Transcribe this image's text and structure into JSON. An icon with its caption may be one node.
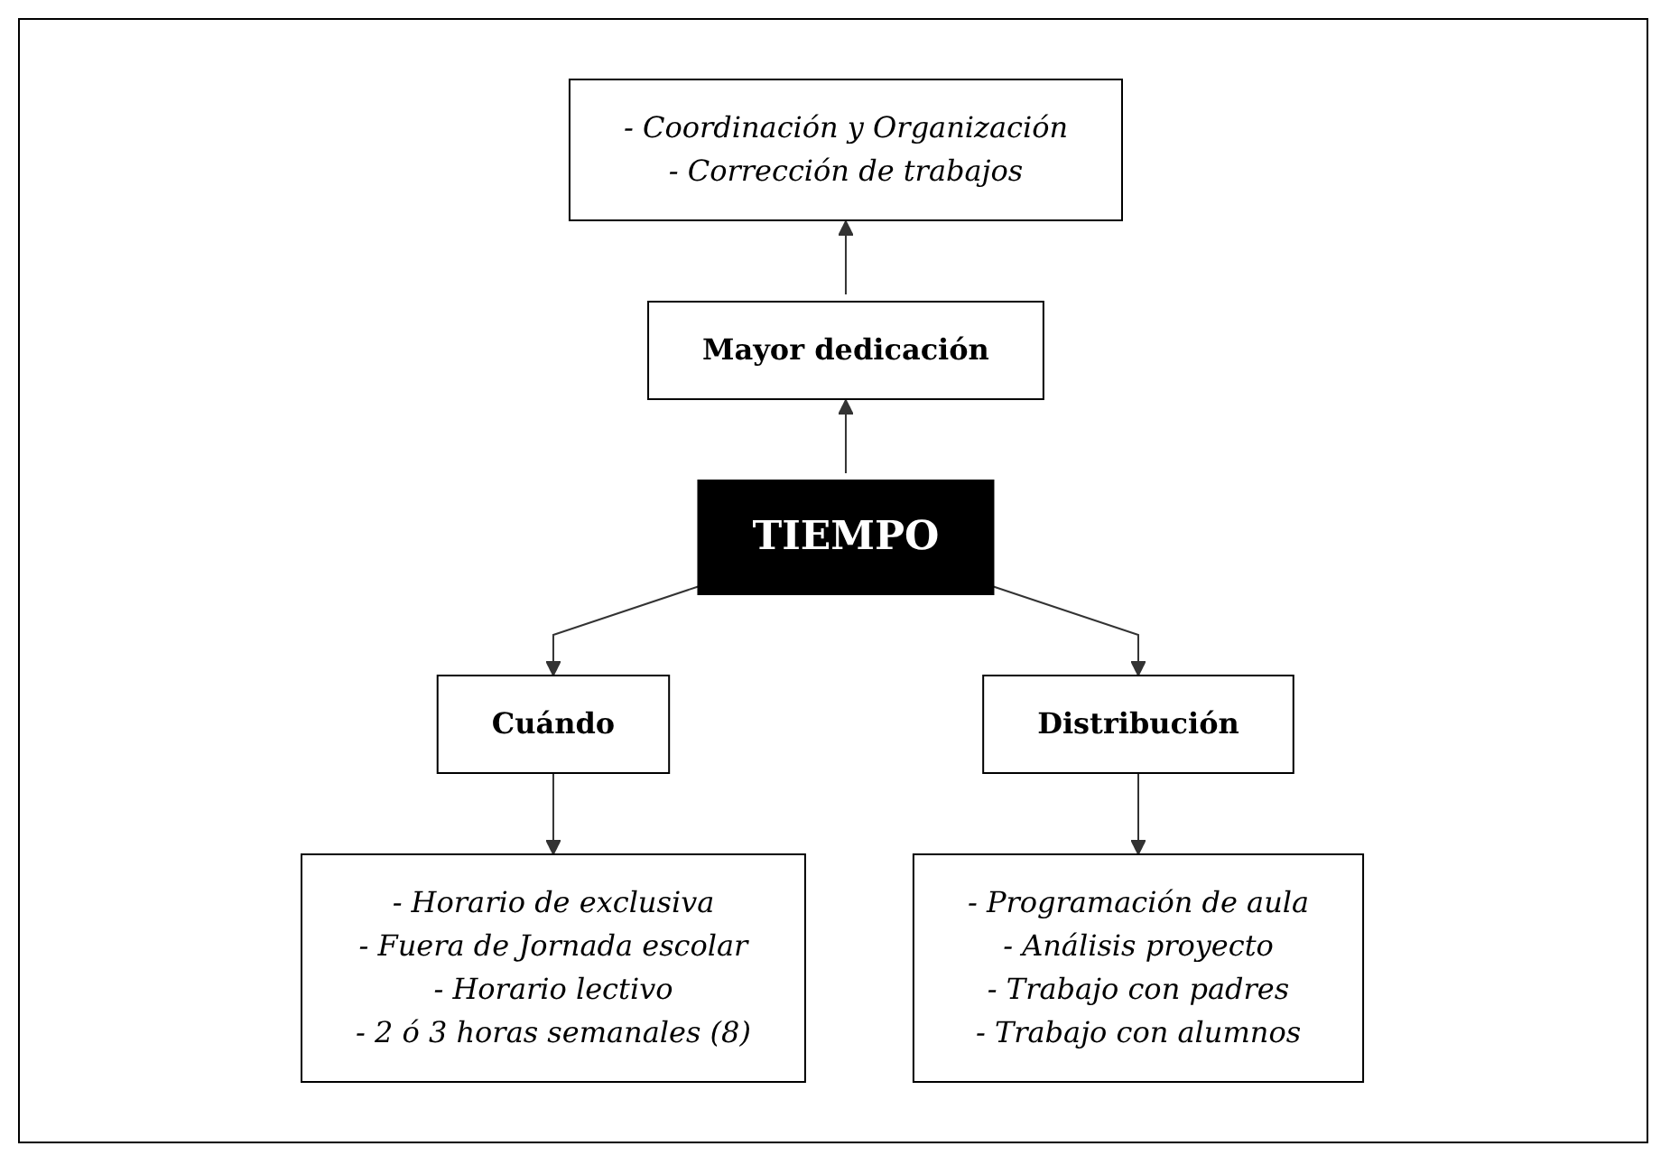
{
  "diagram": {
    "nodes": [
      {
        "text": [
          "TIEMPO"
        ]
      },
      {
        "text": [
          "Mayor dedicación"
        ]
      },
      {
        "text": [
          "- Coordinación y Organización",
          "- Corrección de trabajos"
        ]
      },
      {
        "text": [
          "Cuándo"
        ]
      },
      {
        "text": [
          "Distribución"
        ]
      },
      {
        "text": [
          "- Horario de exclusiva",
          "- Fuera de Jornada escolar",
          "- Horario lectivo",
          "- 2 ó 3 horas semanales (8)"
        ]
      },
      {
        "text": [
          "- Programación de aula",
          "- Análisis proyecto",
          "- Trabajo con padres",
          "- Trabajo con alumnos"
        ]
      }
    ],
    "edges": [
      {
        "from": 0,
        "to": 1,
        "arrow": "to"
      },
      {
        "from": 1,
        "to": 2,
        "arrow": "to"
      },
      {
        "from": 0,
        "to": 3,
        "arrow": "to"
      },
      {
        "from": 0,
        "to": 4,
        "arrow": "to"
      },
      {
        "from": 3,
        "to": 5,
        "arrow": "to"
      },
      {
        "from": 4,
        "to": 6,
        "arrow": "to"
      }
    ]
  }
}
